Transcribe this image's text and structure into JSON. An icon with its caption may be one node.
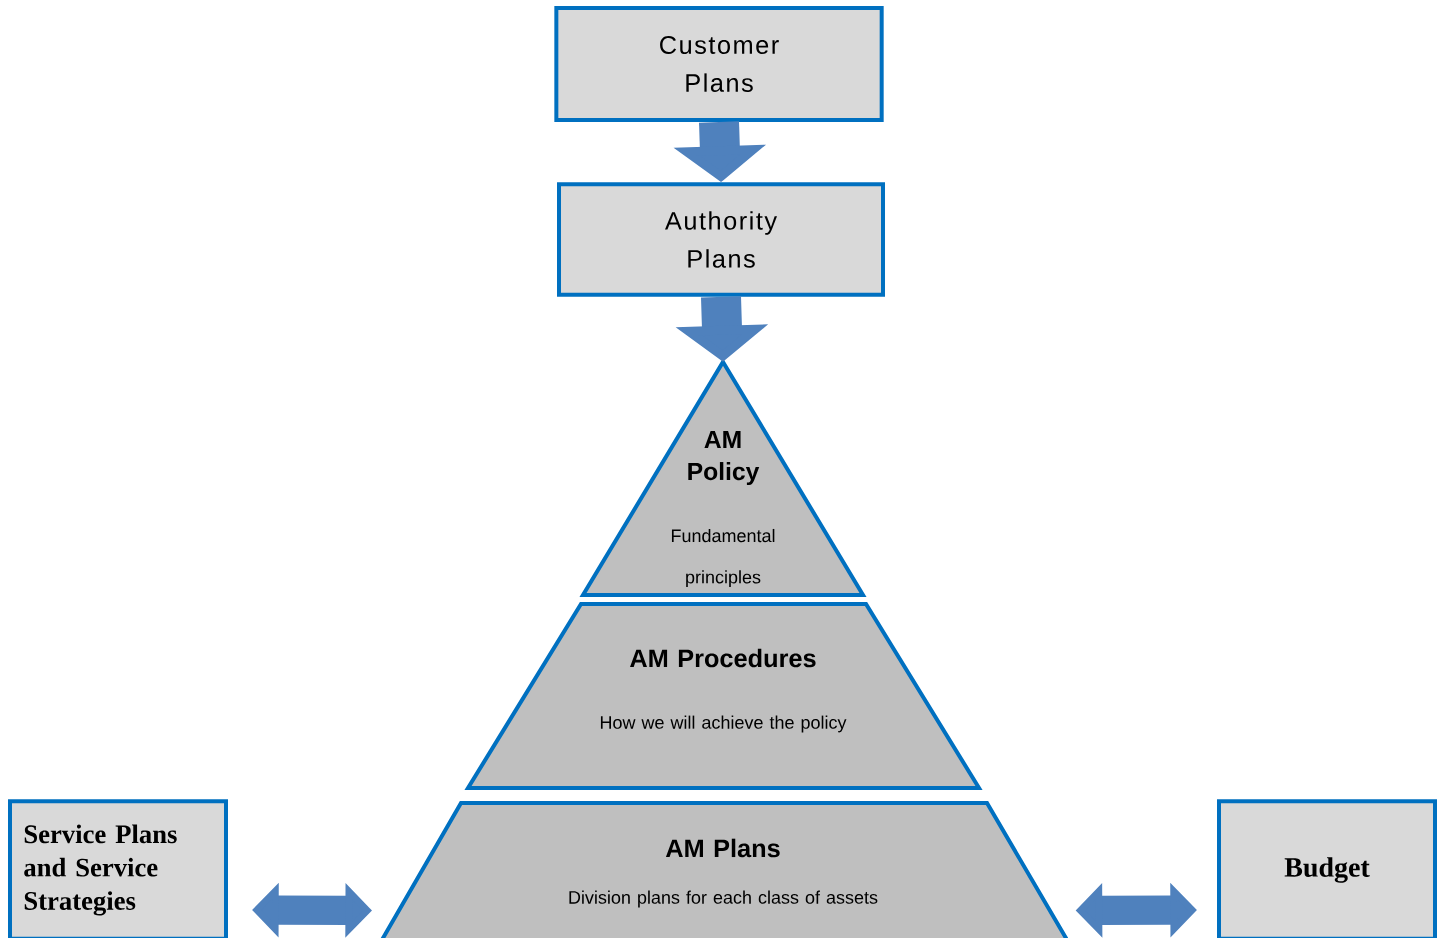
{
  "diagram": {
    "nodes": [
      {
        "text": [
          "Customer Plans"
        ]
      },
      {
        "text": [
          "Authority Plans"
        ]
      },
      {
        "text": [
          "AM Policy",
          "Fundamental principles"
        ]
      },
      {
        "text": [
          "AM Procedures",
          "How we will achieve the policy"
        ]
      },
      {
        "text": [
          "AM Plans",
          "Division plans for each class of assets"
        ]
      },
      {
        "text": [
          "Service Plans and Service Strategies"
        ]
      },
      {
        "text": [
          "Budget"
        ]
      }
    ],
    "edges": [
      {
        "from": 0,
        "to": 1,
        "arrow": "to"
      },
      {
        "from": 1,
        "to": 2,
        "arrow": "to"
      },
      {
        "from": 5,
        "to": 4,
        "arrow": "both"
      },
      {
        "from": 4,
        "to": 6,
        "arrow": "both"
      }
    ]
  }
}
